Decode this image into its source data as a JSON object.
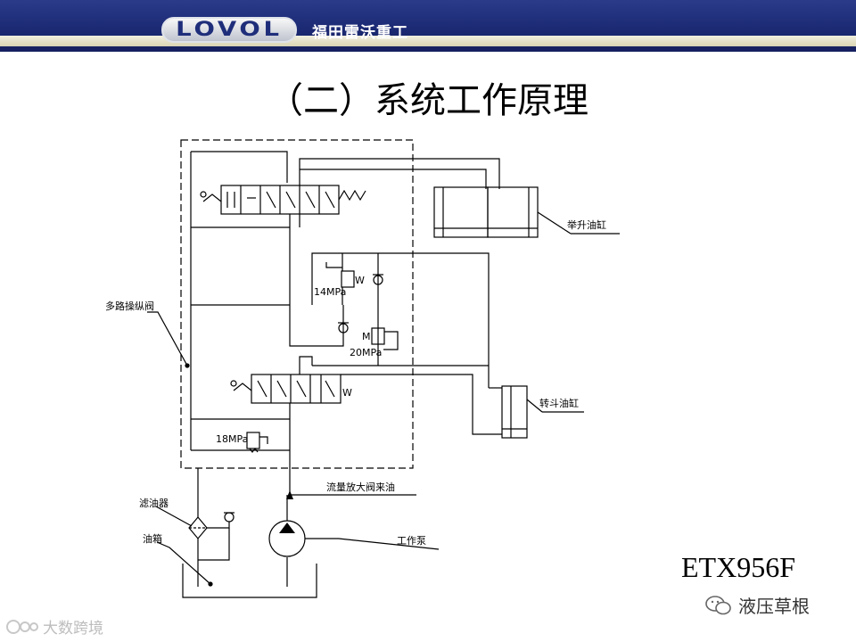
{
  "header": {
    "logo_text": "LOVOL",
    "brand_name": "福田雷沃重工",
    "colors": {
      "banner": "#1c2a74",
      "stripe": "#e6e1c4"
    }
  },
  "title": "（二）系统工作原理",
  "diagram": {
    "labels": {
      "lift_cylinder": "举升油缸",
      "multi_valve": "多路操纵阀",
      "pressure_14": "14MPa",
      "pressure_20": "20MPa",
      "pressure_18": "18MPa",
      "tilt_cylinder": "转斗油缸",
      "flow_amplifier": "流量放大阀来油",
      "filter": "滤油器",
      "tank": "油箱",
      "pump": "工作泵"
    }
  },
  "model": "ETX956F",
  "watermark_right": "液压草根",
  "watermark_left": "大数跨境",
  "icons": [
    "wechat-icon",
    "logo-watermark-icon"
  ]
}
